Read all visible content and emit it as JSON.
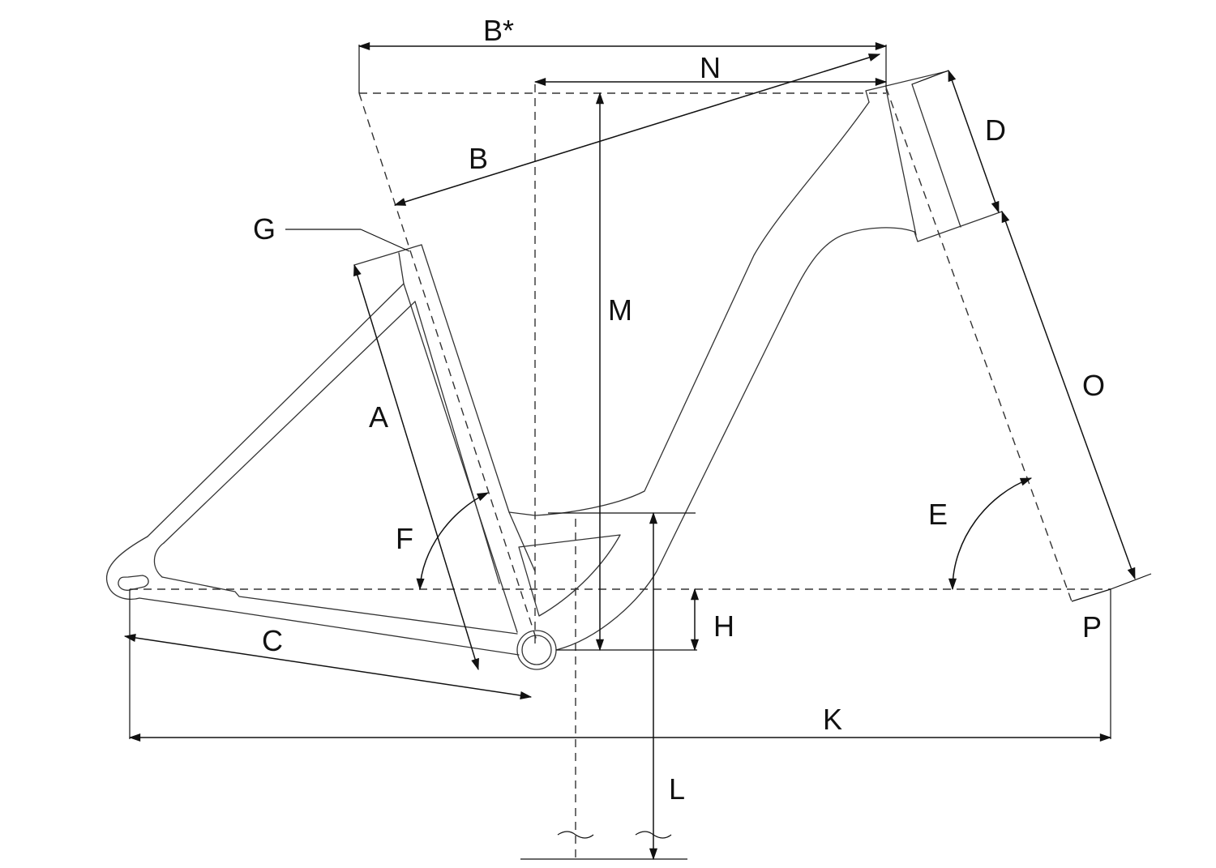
{
  "labels": {
    "a": "A",
    "b": "B",
    "b_star": "B*",
    "c": "C",
    "d": "D",
    "e": "E",
    "f": "F",
    "g": "G",
    "h": "H",
    "k": "K",
    "l": "L",
    "m": "M",
    "n": "N",
    "o": "O",
    "p": "P"
  }
}
